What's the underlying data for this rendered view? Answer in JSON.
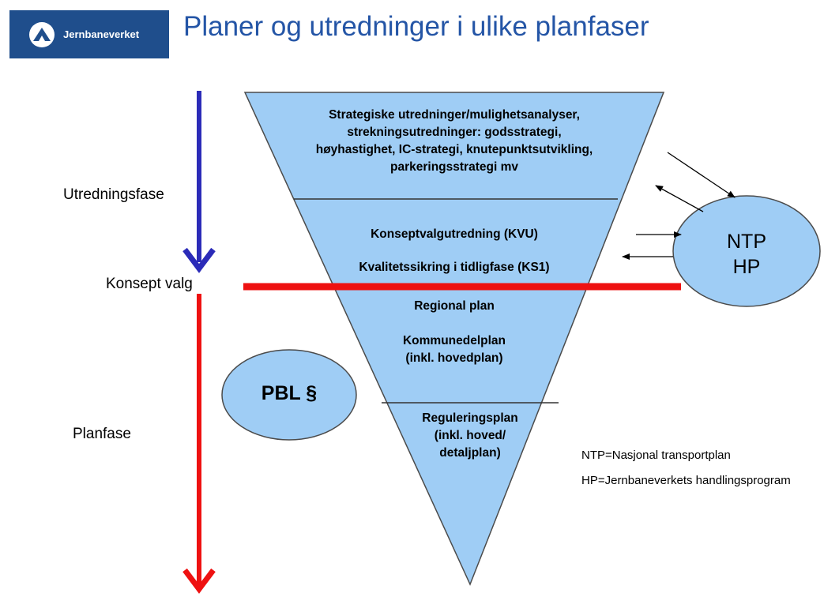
{
  "header": {
    "logo_text": "Jernbaneverket",
    "title": "Planer og utredninger i ulike planfaser"
  },
  "phases": {
    "utredning": "Utredningsfase",
    "konsept_valg": "Konsept valg",
    "planfase": "Planfase"
  },
  "funnel": {
    "level1": [
      "Strategiske utredninger/mulighetsanalyser,",
      "strekningsutredninger: godsstrategi,",
      "høyhastighet, IC-strategi, knutepunktsutvikling,",
      "parkeringsstrategi mv"
    ],
    "kvu": "Konseptvalgutredning (KVU)",
    "ks1": "Kvalitetssikring i tidligfase (KS1)",
    "regional_plan": "Regional plan",
    "kommunedelplan": [
      "Kommunedelplan",
      "(inkl. hovedplan)"
    ],
    "reguleringsplan": [
      "Reguleringsplan",
      "(inkl. hoved/",
      "detaljplan)"
    ]
  },
  "ntp_ellipse": [
    "NTP",
    "HP"
  ],
  "pbl_ellipse": "PBL §",
  "legend": [
    "NTP=Nasjonal transportplan",
    "HP=Jernbaneverkets handlingsprogram"
  ],
  "colors": {
    "funnel_fill": "#9fcdf5",
    "title": "#2455a6",
    "logo_bg": "#1f4e8c",
    "blue_arrow": "#2b2bb8",
    "red": "#ee1111"
  }
}
